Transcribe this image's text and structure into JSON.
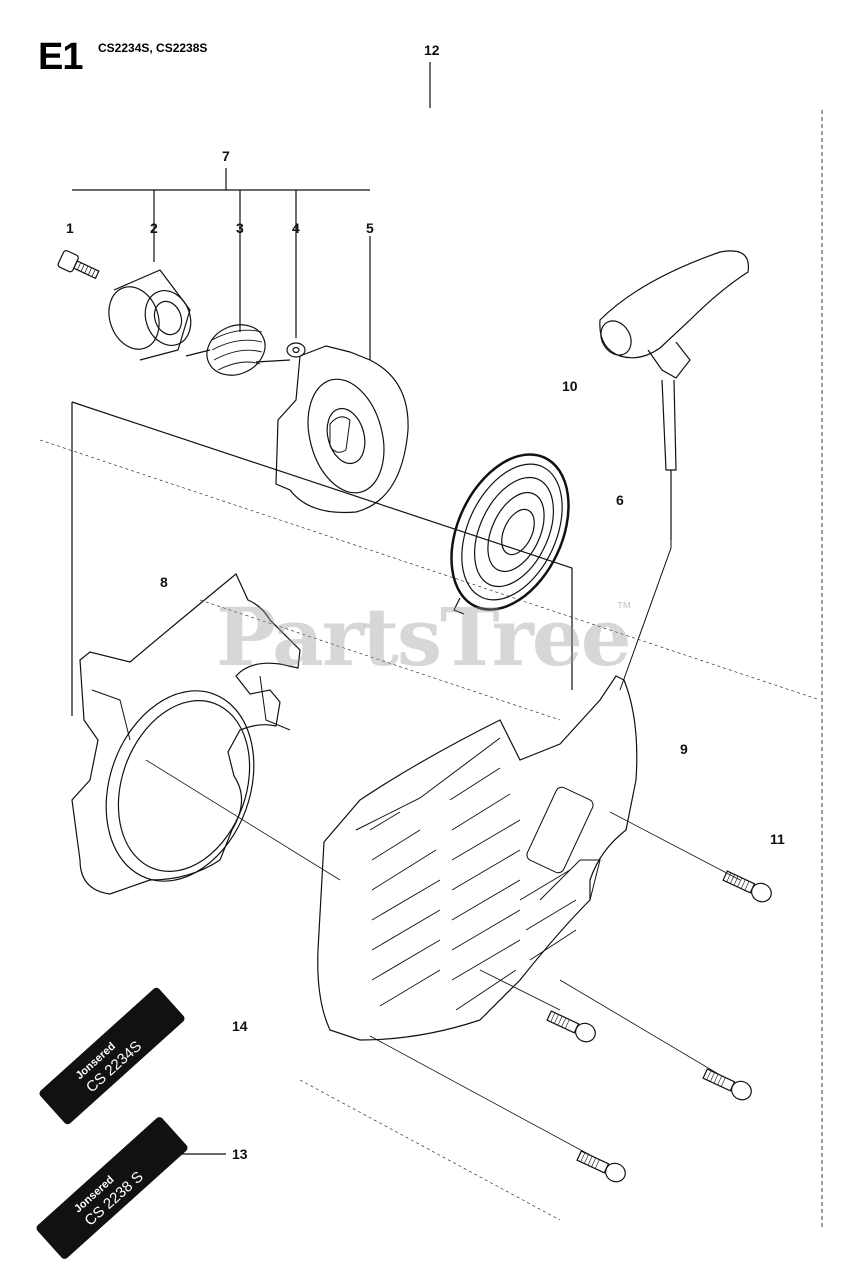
{
  "header": {
    "sheet_code": "E1",
    "models": "CS2234S, CS2238S"
  },
  "watermark": {
    "text": "PartsTree",
    "trademark": "™"
  },
  "callouts": [
    {
      "id": "1",
      "label": "1"
    },
    {
      "id": "2",
      "label": "2"
    },
    {
      "id": "3",
      "label": "3"
    },
    {
      "id": "4",
      "label": "4"
    },
    {
      "id": "5",
      "label": "5"
    },
    {
      "id": "6",
      "label": "6"
    },
    {
      "id": "7",
      "label": "7"
    },
    {
      "id": "8",
      "label": "8"
    },
    {
      "id": "9",
      "label": "9"
    },
    {
      "id": "10",
      "label": "10"
    },
    {
      "id": "11",
      "label": "11"
    },
    {
      "id": "12",
      "label": "12"
    },
    {
      "id": "13",
      "label": "13"
    },
    {
      "id": "14",
      "label": "14"
    }
  ],
  "decals": [
    {
      "brand": "Jonsered",
      "model": "CS 2234S"
    },
    {
      "brand": "Jonsered",
      "model": "CS 2238 S"
    }
  ]
}
